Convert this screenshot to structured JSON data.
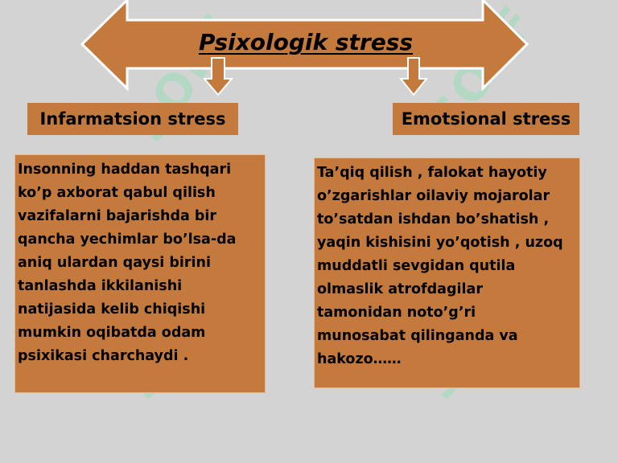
{
  "title": "Psixologik stress",
  "left_label": "Infarmatsion  stress",
  "right_label": "Emotsional stress",
  "left_text": "Insonning haddan tashqari\nko’p  axborat qabul qilish\nvazifalarni bajarishda  bir\nqancha  yechimlar  bo’lsa-da\naniq ulardan qaysi  birini\ntanlashda ikkilanishi\nnatijasida kelib chiqishi\nmumkin oqibatda odam\npsixikasi  charchaydi  .",
  "right_text": " Ta’qiq  qilish , falokat  hayotiy\no’zgarishlar  oilaviy mojarolar\nto’satdan ishdan bo’shatish ,\nyaqin kishisini yo’qotish , uzoq\nmuddatli sevgidan qutila\nolmaslik  atrofdagilar\ntamonidan  noto’g’ri\nmunosabat  qilinganda  va\nhakozo……",
  "watermark": "SOFF",
  "colors": {
    "background": "#d3d3d3",
    "box_fill": "#c47a3c",
    "arrow_fill": "#c47a3c",
    "arrow_stroke": "#ffffff",
    "watermark": "#78e6aa"
  }
}
